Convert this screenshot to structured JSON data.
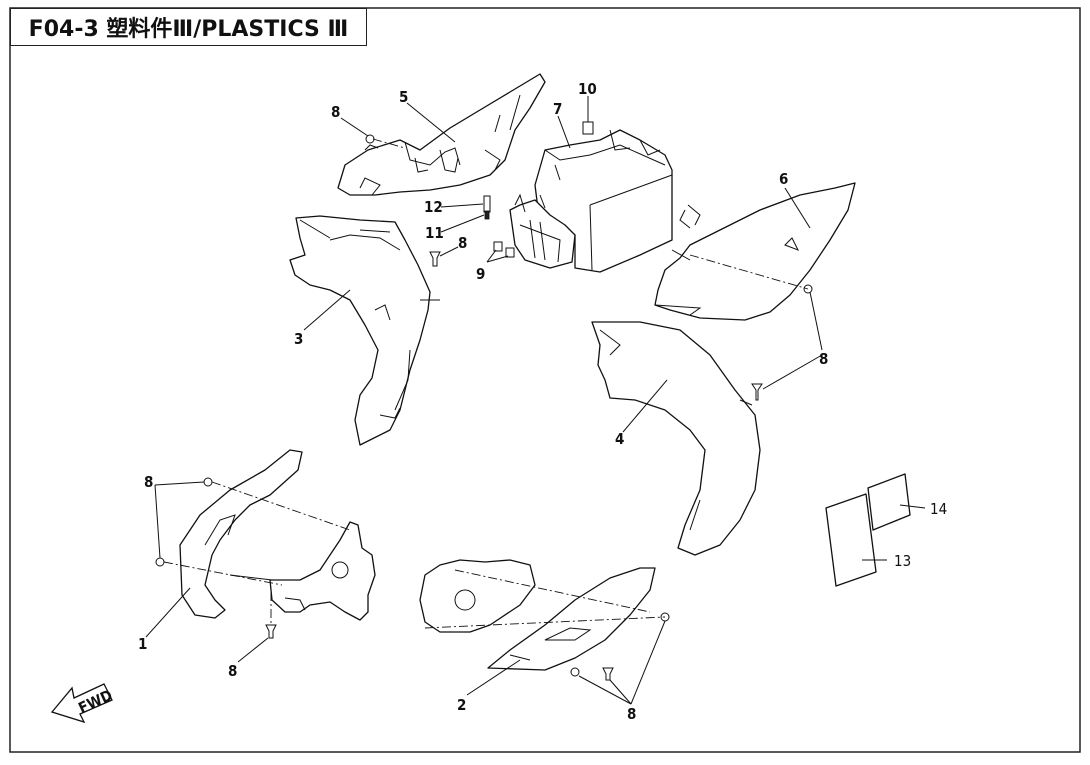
{
  "title": "F04-3  塑料件Ⅲ/PLASTICS Ⅲ",
  "fwd_label": "FWD",
  "callouts": [
    {
      "id": "label-8-top",
      "text": "8"
    },
    {
      "id": "label-5",
      "text": "5"
    },
    {
      "id": "label-7",
      "text": "7"
    },
    {
      "id": "label-10",
      "text": "10"
    },
    {
      "id": "label-12",
      "text": "12"
    },
    {
      "id": "label-11",
      "text": "11"
    },
    {
      "id": "label-8-mid",
      "text": "8"
    },
    {
      "id": "label-9",
      "text": "9"
    },
    {
      "id": "label-3",
      "text": "3"
    },
    {
      "id": "label-6",
      "text": "6"
    },
    {
      "id": "label-8-right",
      "text": "8"
    },
    {
      "id": "label-4",
      "text": "4"
    },
    {
      "id": "label-8-left",
      "text": "8"
    },
    {
      "id": "label-1",
      "text": "1"
    },
    {
      "id": "label-8-bottom-left",
      "text": "8"
    },
    {
      "id": "label-2",
      "text": "2"
    },
    {
      "id": "label-8-bottom",
      "text": "8"
    },
    {
      "id": "label-14",
      "text": "14"
    },
    {
      "id": "label-13",
      "text": "13"
    }
  ]
}
